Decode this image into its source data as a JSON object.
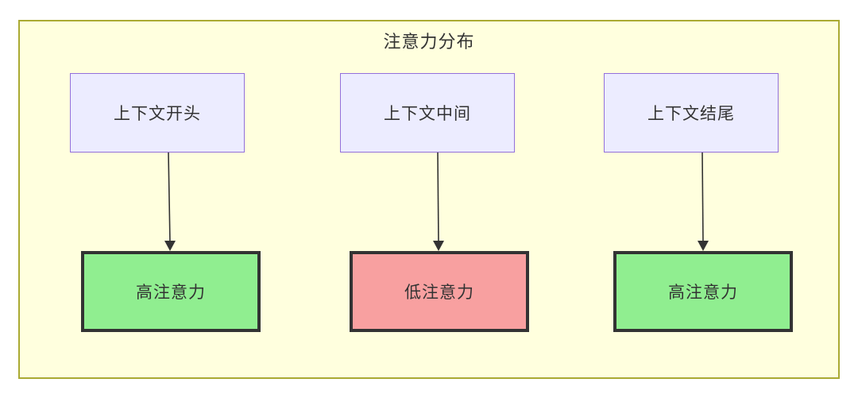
{
  "diagram": {
    "container": {
      "title": "注意力分布",
      "fill_color": "#FFFFDE",
      "border_color": "#AAAA33"
    },
    "nodes": {
      "top": [
        {
          "id": "context-start",
          "label": "上下文开头",
          "fill_color": "#ECECFF",
          "border_color": "#9370DB"
        },
        {
          "id": "context-middle",
          "label": "上下文中间",
          "fill_color": "#ECECFF",
          "border_color": "#9370DB"
        },
        {
          "id": "context-end",
          "label": "上下文结尾",
          "fill_color": "#ECECFF",
          "border_color": "#9370DB"
        }
      ],
      "bottom": [
        {
          "id": "high-attention-start",
          "label": "高注意力",
          "fill_color": "#90EE90",
          "border_color": "#333333"
        },
        {
          "id": "low-attention-middle",
          "label": "低注意力",
          "fill_color": "#F8A0A0",
          "border_color": "#333333"
        },
        {
          "id": "high-attention-end",
          "label": "高注意力",
          "fill_color": "#90EE90",
          "border_color": "#333333"
        }
      ]
    },
    "edges": [
      {
        "from": "context-start",
        "to": "high-attention-start",
        "style": "arrow-down"
      },
      {
        "from": "context-middle",
        "to": "low-attention-middle",
        "style": "arrow-down"
      },
      {
        "from": "context-end",
        "to": "high-attention-end",
        "style": "arrow-down"
      }
    ]
  }
}
